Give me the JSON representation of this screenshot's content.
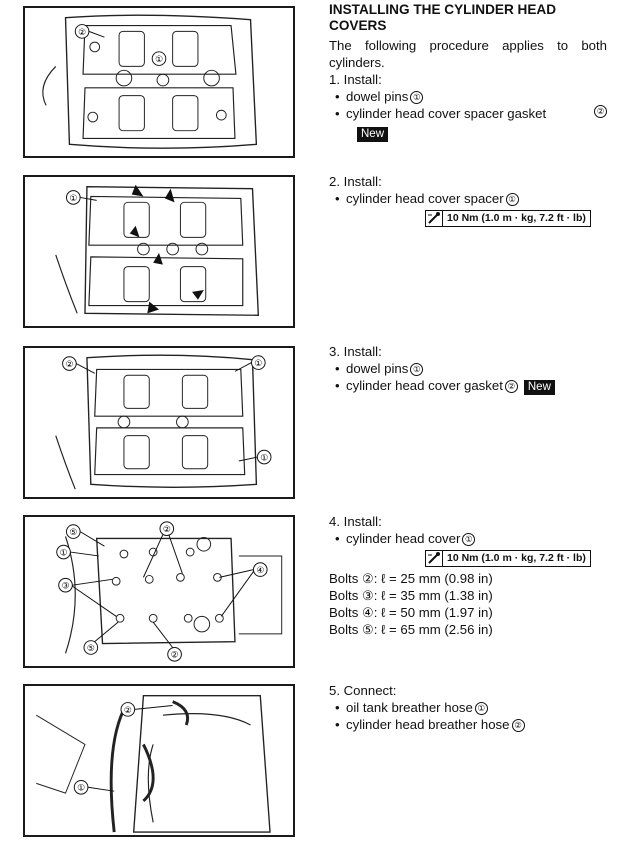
{
  "title": "INSTALLING THE CYLINDER HEAD COVERS",
  "intro": "The following procedure applies to both cylinders.",
  "new_label": "New",
  "torque_icon": "torque-wrench-icon",
  "steps": [
    {
      "label": "1. Install:",
      "bullets": [
        "dowel pins",
        "cylinder head cover spacer gasket"
      ],
      "bullet_refs": [
        "①",
        "②"
      ],
      "new_on": 1
    },
    {
      "label": "2. Install:",
      "bullets": [
        "cylinder head cover spacer"
      ],
      "bullet_refs": [
        "①"
      ],
      "torque": "10 Nm (1.0 m · kg, 7.2 ft · lb)"
    },
    {
      "label": "3. Install:",
      "bullets": [
        "dowel pins",
        "cylinder head cover gasket"
      ],
      "bullet_refs": [
        "①",
        "②"
      ],
      "new_on": 1
    },
    {
      "label": "4. Install:",
      "bullets": [
        "cylinder head cover"
      ],
      "bullet_refs": [
        "①"
      ],
      "torque": "10 Nm (1.0 m · kg, 7.2 ft · lb)",
      "bolts": [
        {
          "ref": "②",
          "text": "Bolts ②: ℓ = 25 mm (0.98 in)"
        },
        {
          "ref": "③",
          "text": "Bolts ③: ℓ = 35 mm (1.38 in)"
        },
        {
          "ref": "④",
          "text": "Bolts ④: ℓ = 50 mm (1.97 in)"
        },
        {
          "ref": "⑤",
          "text": "Bolts ⑤: ℓ = 65 mm (2.56 in)"
        }
      ]
    },
    {
      "label": "5. Connect:",
      "bullets": [
        "oil tank breather hose",
        "cylinder head breather hose"
      ],
      "bullet_refs": [
        "①",
        "②"
      ]
    }
  ],
  "figure_callouts": {
    "fig1": [
      "②",
      "①"
    ],
    "fig2": [
      "①"
    ],
    "fig3": [
      "②",
      "①",
      "①"
    ],
    "fig4": [
      "⑤",
      "①",
      "②",
      "③",
      "④",
      "⑤",
      "②"
    ],
    "fig5": [
      "②",
      "①"
    ]
  }
}
